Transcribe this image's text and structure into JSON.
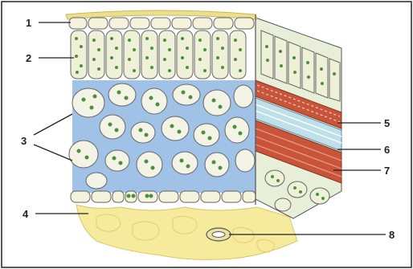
{
  "diagram": {
    "labels": [
      {
        "id": "1",
        "text": "1"
      },
      {
        "id": "2",
        "text": "2"
      },
      {
        "id": "3",
        "text": "3"
      },
      {
        "id": "4",
        "text": "4"
      },
      {
        "id": "5",
        "text": "5"
      },
      {
        "id": "6",
        "text": "6"
      },
      {
        "id": "7",
        "text": "7"
      },
      {
        "id": "8",
        "text": "8"
      }
    ],
    "colors": {
      "frame": "#222222",
      "epidermis": "#f6f2d8",
      "palisade_fill": "#eef1d8",
      "chloroplast": "#4f8f3b",
      "spongy_bg": "#8fb6e0",
      "spongy_cell": "#f3f4e6",
      "xylem_red": "#c8553a",
      "phloem_blue": "#bfe0ea",
      "lower_yellow": "#f3e58a"
    }
  }
}
